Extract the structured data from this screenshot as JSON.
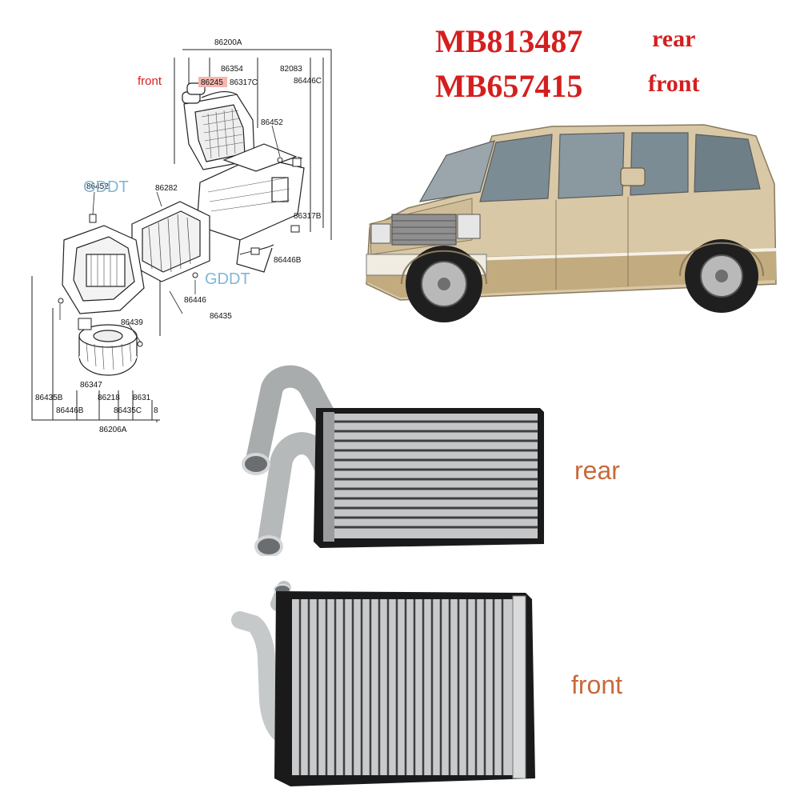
{
  "header": {
    "rear_number": "MB813487",
    "rear_tag": "rear",
    "front_number": "MB657415",
    "front_tag": "front"
  },
  "diagram": {
    "front_label": "front",
    "watermark": "GDDT",
    "callouts": {
      "c86200A": "86200A",
      "c86354": "86354",
      "c86245": "86245",
      "c86317C": "86317C",
      "c82083": "82083",
      "c86446C": "86446C",
      "c86452a": "86452",
      "c86452b": "86452",
      "c86282": "86282",
      "c86317B": "86317B",
      "c86446B": "86446B",
      "c86446": "86446",
      "c86435": "86435",
      "c86439": "86439",
      "c86347": "86347",
      "c86435B": "86435B",
      "c86218": "86218",
      "c8631x": "8631",
      "c86446Bb": "86446B",
      "c86435C": "86435C",
      "c8": "8",
      "c86206A": "86206A"
    }
  },
  "photos": {
    "rear_label": "rear",
    "front_label": "front"
  },
  "colors": {
    "accent_red": "#d41f1f",
    "label_orange": "#c8693a",
    "watermark_blue": "#7fb6d8",
    "highlight": "#f4b6b0"
  }
}
